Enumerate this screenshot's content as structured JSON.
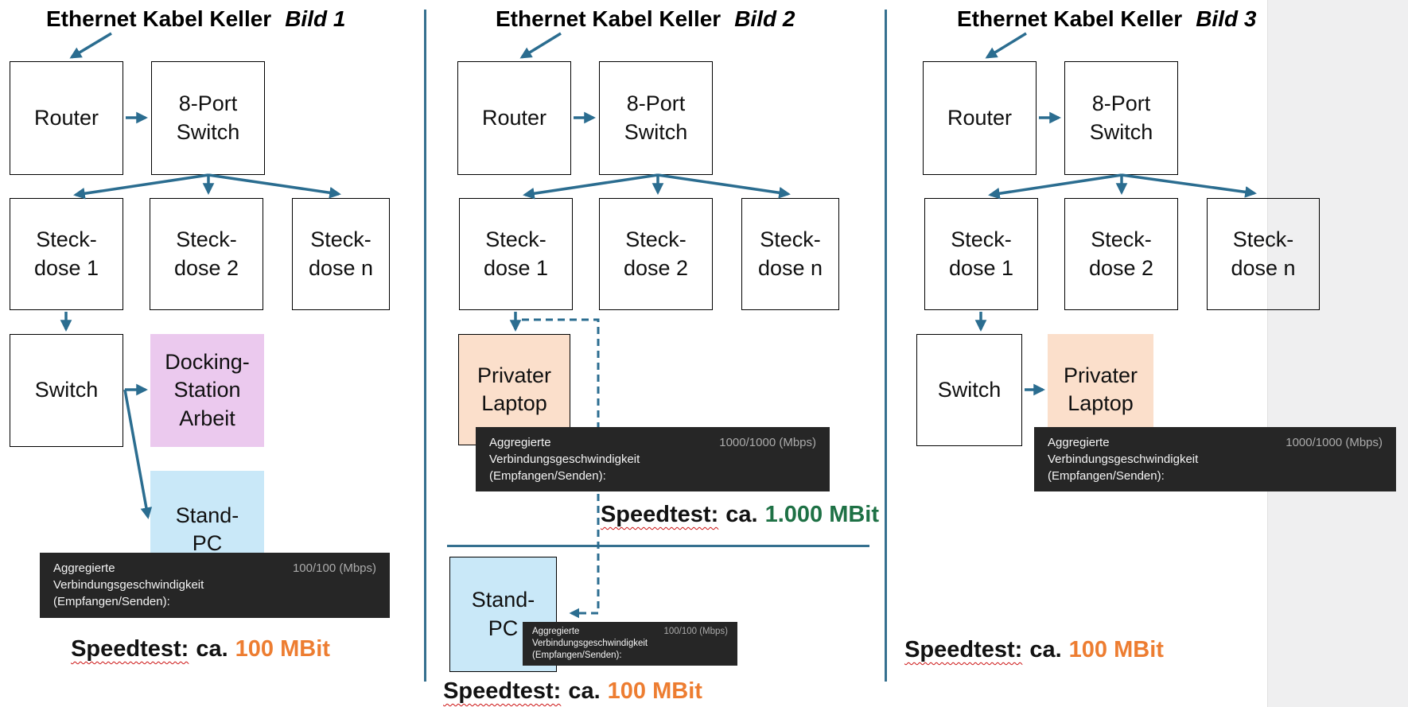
{
  "colors": {
    "connector_blue": "#2b6d90",
    "divider_blue": "#35708f",
    "speed_orange": "#ed7d31",
    "speed_green": "#1e7145",
    "tooltip_bg": "#262626",
    "tooltip_value_gray": "#ababab",
    "docking_pink": "#ebc9ee",
    "standpc_blue": "#c9e8f8",
    "laptop_peach": "#fbdfcb",
    "right_strip_gray": "#efeff0",
    "squiggle_red": "#cc1111"
  },
  "panels": [
    {
      "title": "Ethernet Kabel Keller",
      "bild": "Bild 1",
      "boxes": {
        "router": "Router",
        "switch8": "8-Port\nSwitch",
        "steck1": "Steck-\ndose 1",
        "steck2": "Steck-\ndose 2",
        "steckn": "Steck-\ndose n",
        "switch": "Switch",
        "docking": "Docking-\nStation\nArbeit",
        "standpc": "Stand-\nPC"
      },
      "tooltip": {
        "label": "Aggregierte\nVerbindungsgeschwindigkeit\n(Empfangen/Senden):",
        "value": "100/100 (Mbps)"
      },
      "speedtest": {
        "word": "Speedtest:",
        "mid": "ca.",
        "value": "100 MBit"
      }
    },
    {
      "title": "Ethernet Kabel Keller",
      "bild": "Bild 2",
      "boxes": {
        "router": "Router",
        "switch8": "8-Port\nSwitch",
        "steck1": "Steck-\ndose 1",
        "steck2": "Steck-\ndose 2",
        "steckn": "Steck-\ndose n",
        "laptop": "Privater\nLaptop",
        "standpc": "Stand-\nPC"
      },
      "tooltip_top": {
        "label": "Aggregierte\nVerbindungsgeschwindigkeit\n(Empfangen/Senden):",
        "value": "1000/1000 (Mbps)"
      },
      "speedtest_top": {
        "word": "Speedtest:",
        "mid": "ca.",
        "value": "1.000 MBit"
      },
      "tooltip_bottom": {
        "label": "Aggregierte\nVerbindungsgeschwindigkeit\n(Empfangen/Senden):",
        "value": "100/100 (Mbps)"
      },
      "speedtest_bottom": {
        "word": "Speedtest:",
        "mid": "ca.",
        "value": "100 MBit"
      }
    },
    {
      "title": "Ethernet Kabel Keller",
      "bild": "Bild 3",
      "boxes": {
        "router": "Router",
        "switch8": "8-Port\nSwitch",
        "steck1": "Steck-\ndose 1",
        "steck2": "Steck-\ndose 2",
        "steckn": "Steck-\ndose n",
        "switch": "Switch",
        "laptop": "Privater\nLaptop"
      },
      "tooltip": {
        "label": "Aggregierte\nVerbindungsgeschwindigkeit\n(Empfangen/Senden):",
        "value": "1000/1000 (Mbps)"
      },
      "speedtest": {
        "word": "Speedtest:",
        "mid": "ca.",
        "value": "100 MBit"
      }
    }
  ]
}
